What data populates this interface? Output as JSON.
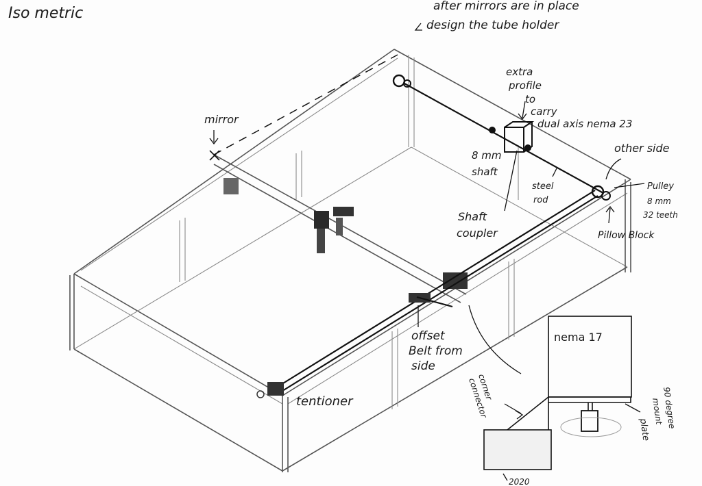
{
  "labels": {
    "title": "Iso metric",
    "note_line1": "after mirrors are   in place",
    "note_line2": "design the tube holder",
    "mirror": "mirror",
    "extra_line1": "extra",
    "extra_line2": "profile",
    "extra_line3": "to",
    "extra_line4": "carry",
    "extra_line5": "dual axis nema 23",
    "other_side": "other side",
    "pulley_line1": "Pulley",
    "pulley_line2": "8 mm",
    "pulley_line3": "32 teeth",
    "shaft_line1": "8 mm",
    "shaft_line2": "shaft",
    "steel_line1": "steel",
    "steel_line2": "rod",
    "coupler_line1": "Shaft",
    "coupler_line2": "coupler",
    "pillow_block": "Pillow Block",
    "offset_line1": "offset",
    "offset_line2": "Belt from",
    "offset_line3": "side",
    "tentioner": "tentioner",
    "nema17": "nema 17",
    "corner_line1": "corner",
    "corner_line2": "connector",
    "mount_line1": "90 degree",
    "mount_line2": "mount",
    "mount_line3": "plate",
    "profile_2020": "2020"
  },
  "colors": {
    "ink": "#111111",
    "frame": "#555555",
    "paper": "#fdfdfd"
  }
}
